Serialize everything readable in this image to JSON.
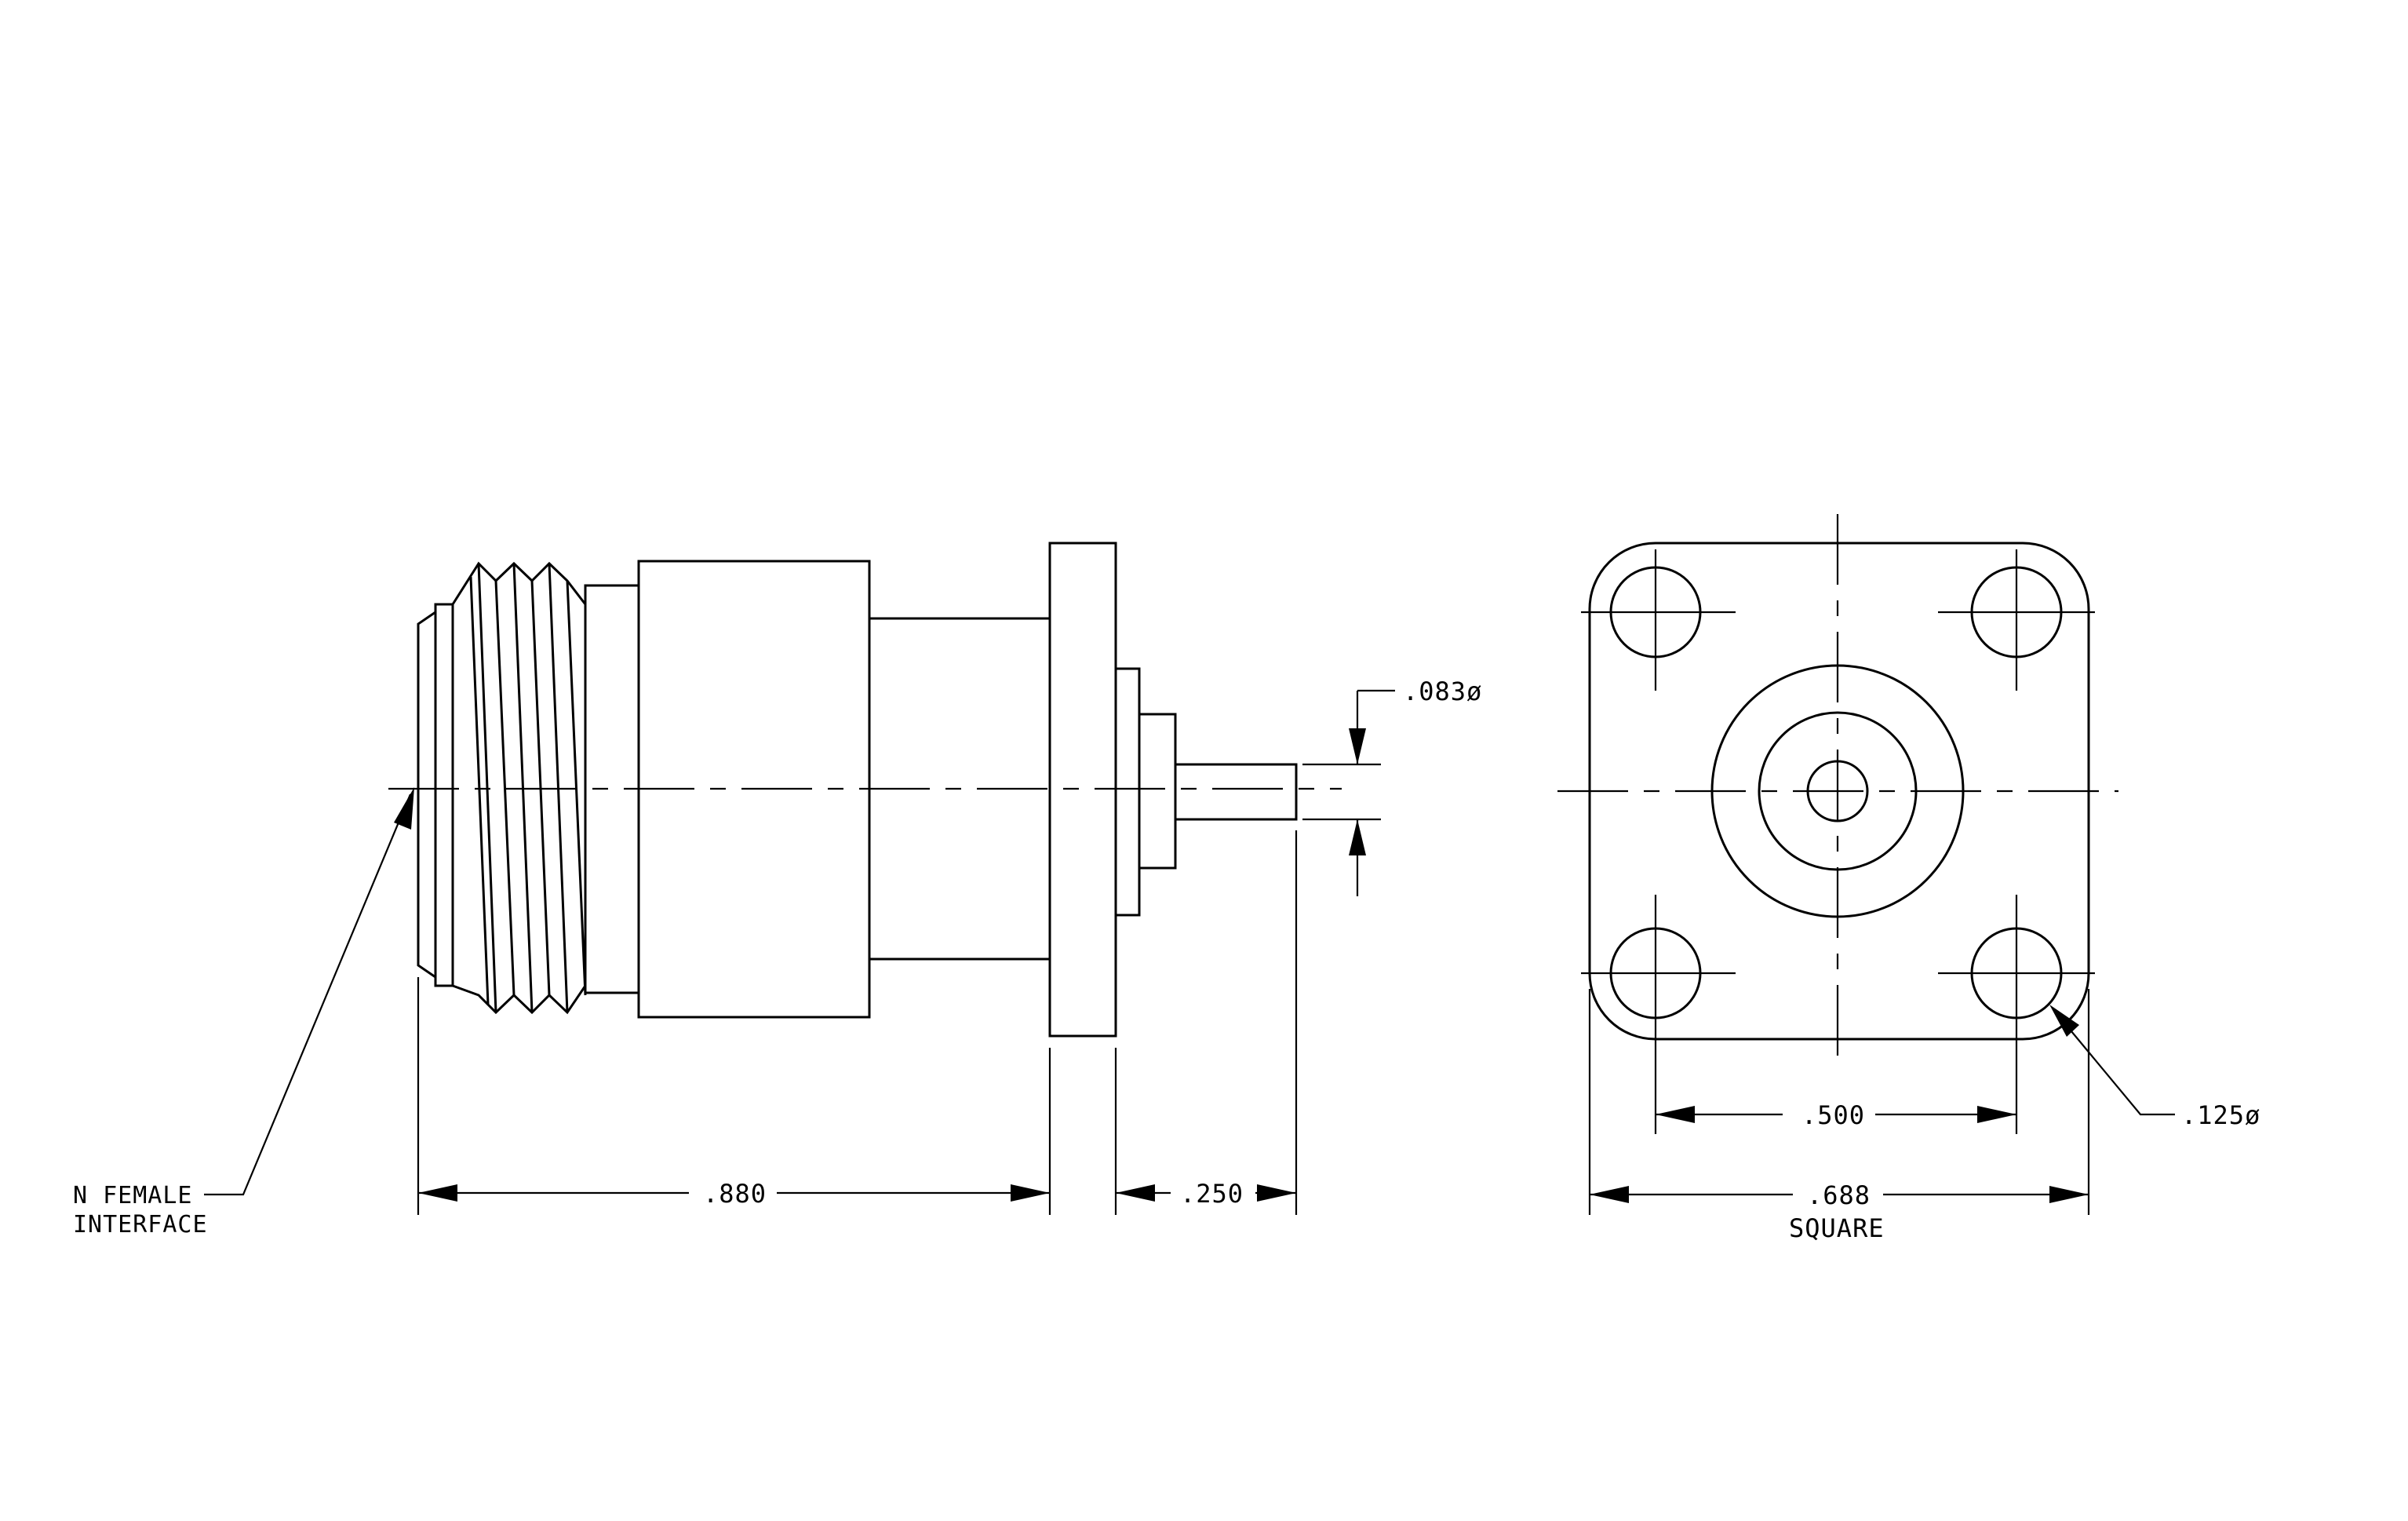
{
  "diagram": {
    "side_view": {
      "callouts": {
        "interface_line1": "N  FEMALE",
        "interface_line2": "INTERFACE",
        "pin_diameter": ".083ø"
      },
      "dimensions": {
        "overall_length": ".880",
        "pin_length": ".250"
      }
    },
    "end_view": {
      "dimensions": {
        "hole_spacing": ".500",
        "flange_size": ".688",
        "flange_shape": "SQUARE",
        "hole_diameter": ".125ø"
      }
    }
  },
  "colors": {
    "line": "#000000",
    "background": "#ffffff"
  }
}
